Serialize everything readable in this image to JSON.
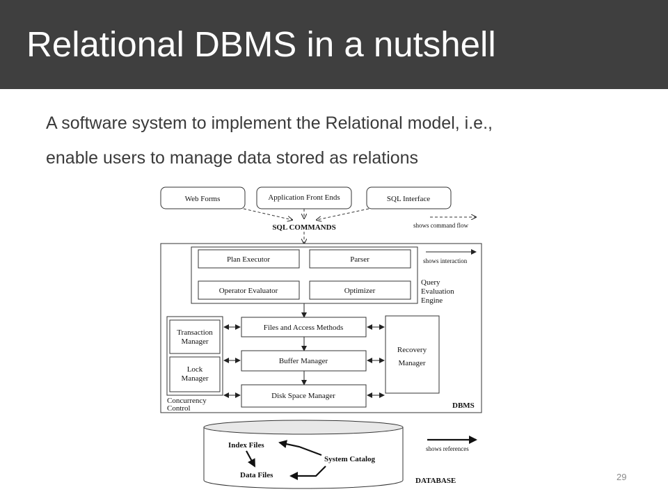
{
  "slide": {
    "title": "Relational DBMS in a nutshell",
    "body_line1": "A software system to implement the Relational model, i.e.,",
    "body_line2": "enable users to manage data stored as relations",
    "page_number": "29"
  },
  "diagram": {
    "clients": {
      "web_forms": "Web Forms",
      "app_front_ends": "Application Front Ends",
      "sql_interface": "SQL Interface"
    },
    "sql_commands": "SQL COMMANDS",
    "legend": {
      "command_flow": "shows command flow",
      "interaction": "shows interaction",
      "references": "shows references"
    },
    "qee": {
      "plan_executor": "Plan Executor",
      "parser": "Parser",
      "operator_evaluator": "Operator Evaluator",
      "optimizer": "Optimizer",
      "label_l1": "Query",
      "label_l2": "Evaluation",
      "label_l3": "Engine"
    },
    "files_access": "Files and Access Methods",
    "buffer_manager": "Buffer Manager",
    "disk_space_manager": "Disk Space Manager",
    "transaction_l1": "Transaction",
    "transaction_l2": "Manager",
    "lock_l1": "Lock",
    "lock_l2": "Manager",
    "concurrency_l1": "Concurrency",
    "concurrency_l2": "Control",
    "recovery_l1": "Recovery",
    "recovery_l2": "Manager",
    "dbms_label": "DBMS",
    "index_files": "Index Files",
    "data_files": "Data Files",
    "system_catalog": "System Catalog",
    "database_label": "DATABASE"
  }
}
